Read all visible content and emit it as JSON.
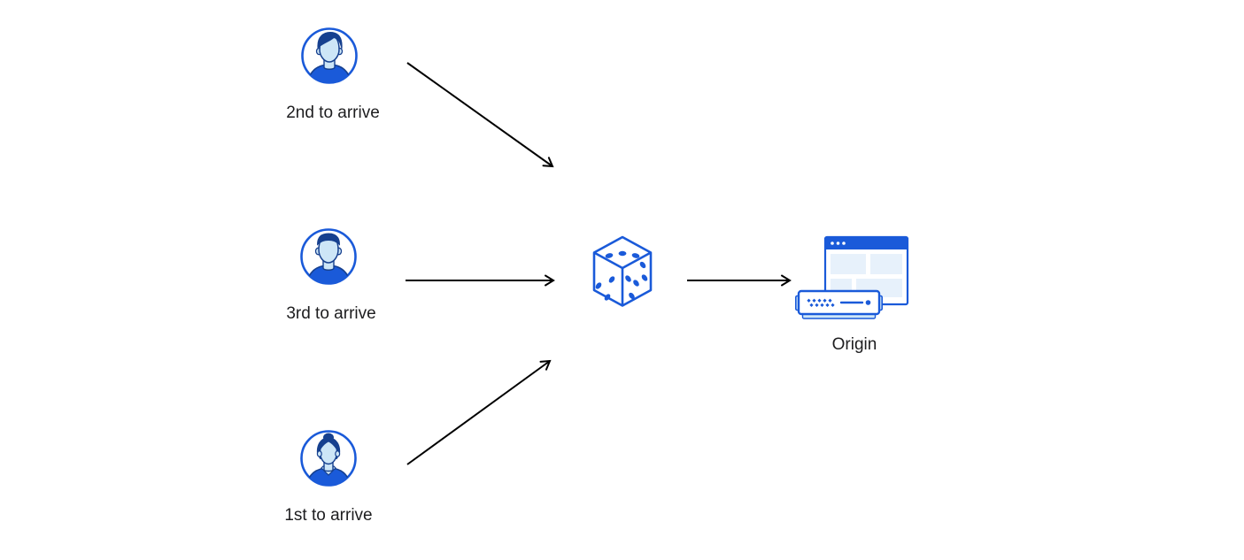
{
  "diagram": {
    "title": "random-steering-diagram",
    "clients": [
      {
        "id": "client-2nd",
        "label": "2nd to arrive",
        "avatar_icon": "man-side-part-avatar-icon"
      },
      {
        "id": "client-3rd",
        "label": "3rd to arrive",
        "avatar_icon": "man-flat-top-avatar-icon"
      },
      {
        "id": "client-1st",
        "label": "1st to arrive",
        "avatar_icon": "woman-bun-avatar-icon"
      }
    ],
    "steering": {
      "icon": "dice-icon"
    },
    "origin": {
      "label": "Origin",
      "icons": [
        "browser-window-icon",
        "server-icon"
      ]
    },
    "arrows": [
      {
        "from": "client-2nd",
        "to": "dice"
      },
      {
        "from": "client-3rd",
        "to": "dice"
      },
      {
        "from": "client-1st",
        "to": "dice"
      },
      {
        "from": "dice",
        "to": "origin"
      }
    ],
    "colors": {
      "primary_blue": "#1a5ad9",
      "dark_navy": "#16408f",
      "face_blue": "#cde6f7",
      "pale_blue": "#e7f1fb",
      "trim_blue": "#cfe7f8",
      "arrow_black": "#000000",
      "text": "#1d1d1f",
      "background": "#ffffff"
    }
  }
}
